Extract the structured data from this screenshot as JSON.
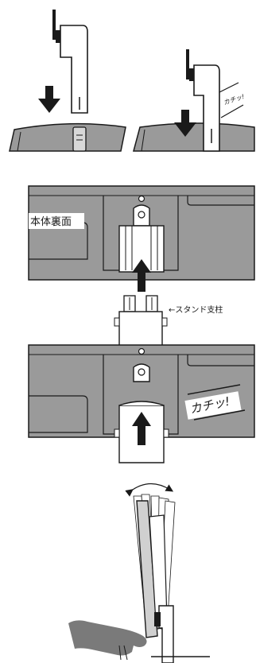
{
  "panels": [
    {
      "id": "step1",
      "labels": {
        "click_small": "カチッ!"
      }
    },
    {
      "id": "step2",
      "labels": {
        "rear_body": "本体裏面",
        "stand_column": "←スタンド支柱"
      }
    },
    {
      "id": "step3",
      "labels": {
        "click_large": "カチッ!"
      }
    },
    {
      "id": "step4",
      "labels": {}
    }
  ],
  "colors": {
    "panel_gray": "#9a9a9a",
    "inner_gray": "#b9b9b9",
    "stroke": "#1a1a1a",
    "arrow": "#1a1a1a",
    "hand": "#7a7a7a"
  }
}
